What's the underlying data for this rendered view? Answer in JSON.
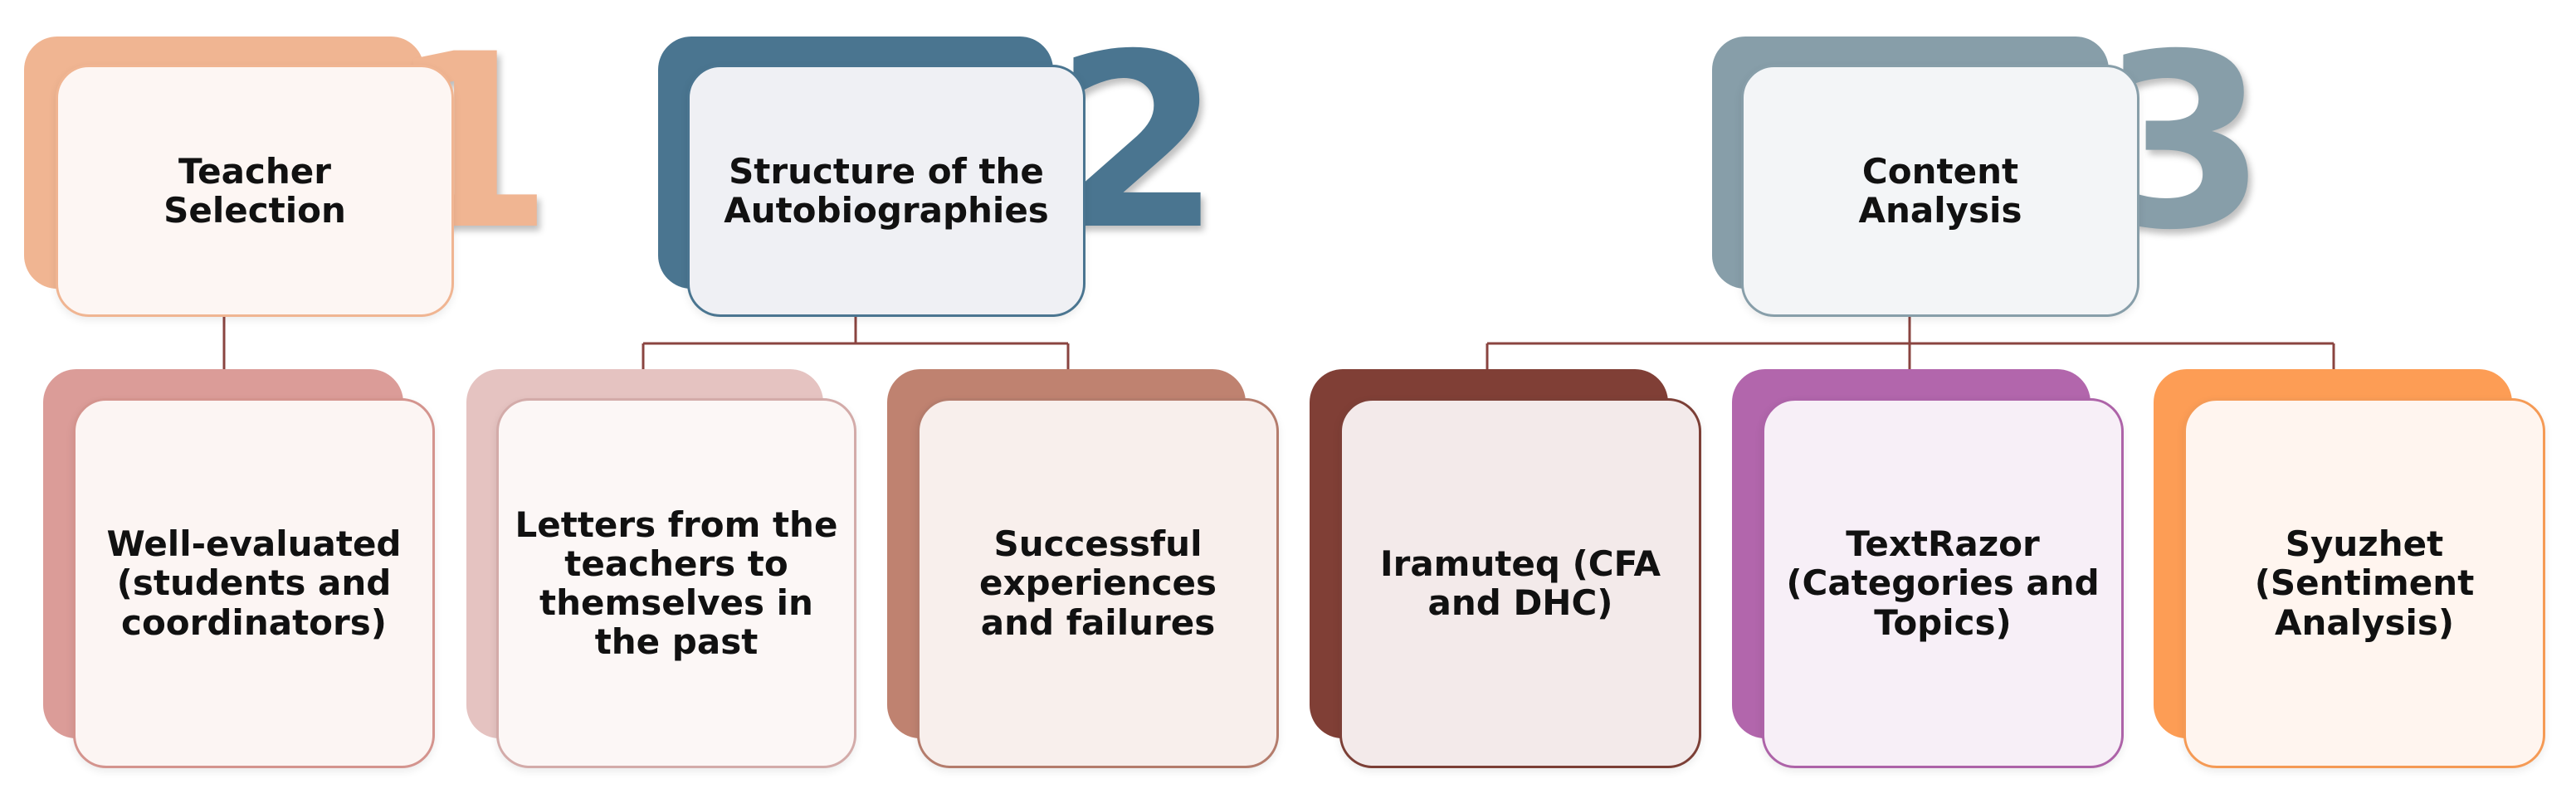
{
  "groups": [
    {
      "number": "1",
      "title": "Teacher\nSelection",
      "colors": {
        "accent": "#f0b592",
        "front_bg": "#fdf6f3"
      },
      "children": [
        {
          "label": "Well-evaluated\n(students and\ncoordinators)",
          "back": "#db9c98",
          "border": "#d4948e",
          "front_bg": "#fcf5f3"
        }
      ]
    },
    {
      "number": "2",
      "title": "Structure of the\nAutobiographies",
      "colors": {
        "accent": "#4a7590",
        "front_bg": "#eff0f4"
      },
      "children": [
        {
          "label": "Letters from the\nteachers to\nthemselves in\nthe past",
          "back": "#e5c3c1",
          "border": "#d3aba9",
          "front_bg": "#fcf7f6"
        },
        {
          "label": "Successful\nexperiences\nand failures",
          "back": "#bf8270",
          "border": "#b47c6c",
          "front_bg": "#f8efec"
        }
      ]
    },
    {
      "number": "3",
      "title": "Content\nAnalysis",
      "colors": {
        "accent": "#879ea9",
        "front_bg": "#f3f5f7"
      },
      "children": [
        {
          "label": "Iramuteq (CFA\nand DHC)",
          "back": "#803f36",
          "border": "#7c3f36",
          "front_bg": "#f3eaea"
        },
        {
          "label": "TextRazor\n(Categories and\nTopics)",
          "back": "#b266ac",
          "border": "#ad63a8",
          "front_bg": "#f7eff7"
        },
        {
          "label": "Syuzhet\n(Sentiment\nAnalysis)",
          "back": "#fd9d55",
          "border": "#f59a55",
          "front_bg": "#fff5ef"
        }
      ]
    }
  ],
  "connector_color": "#8a4440"
}
